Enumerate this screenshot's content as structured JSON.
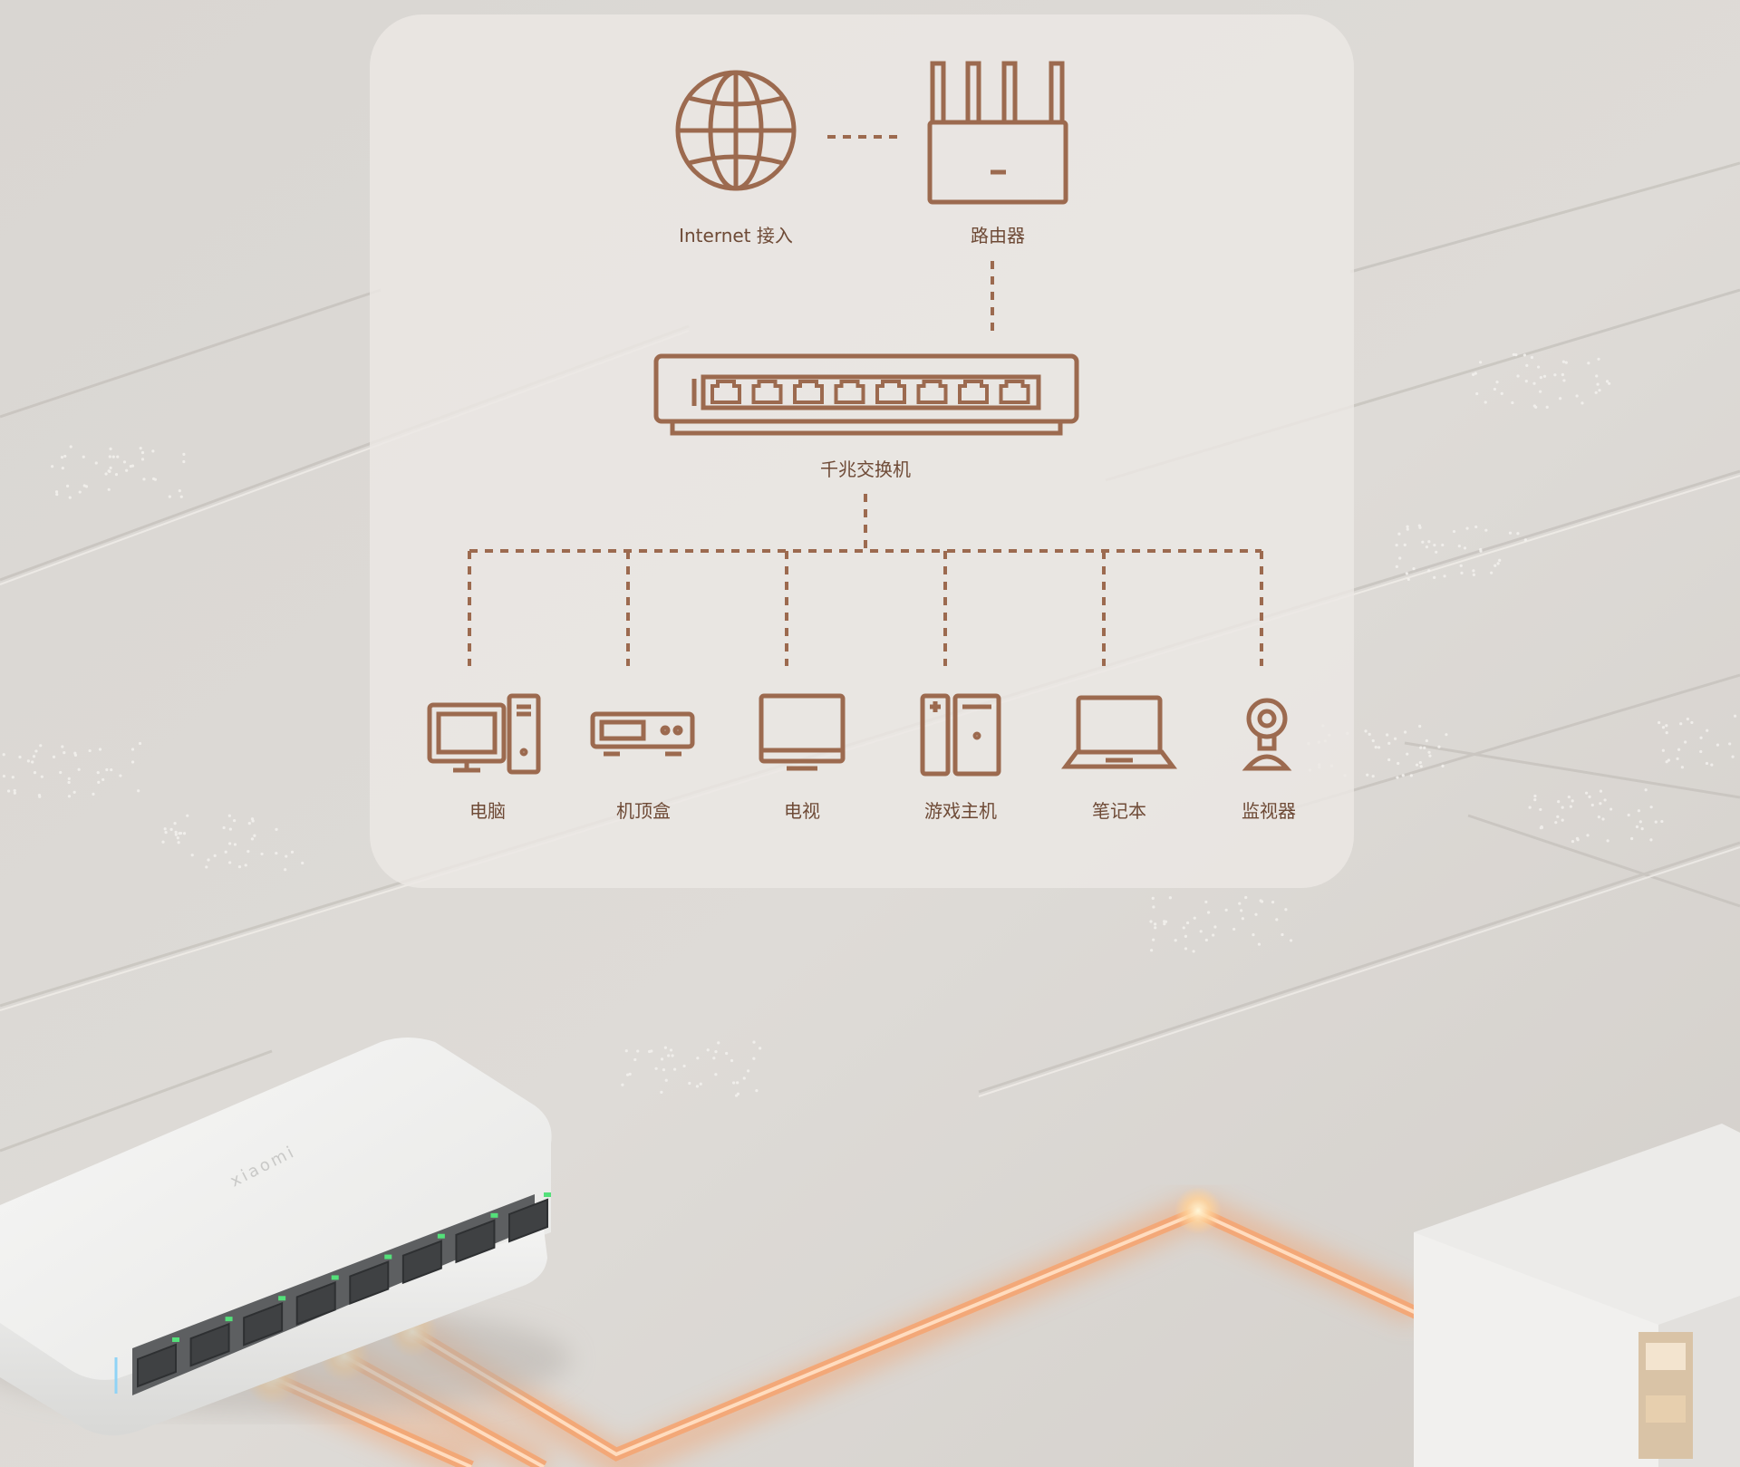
{
  "colors": {
    "background": "#dcd9d5",
    "panel": "#ebe8e4",
    "line": "#9c6a4f",
    "glow": "#f2a36e",
    "led": "#54e07a"
  },
  "diagram": {
    "internet": {
      "label": "Internet 接入",
      "icon": "globe-icon"
    },
    "router": {
      "label": "路由器",
      "icon": "router-icon"
    },
    "switch": {
      "label": "千兆交换机",
      "icon": "switch-icon"
    },
    "devices": [
      {
        "label": "电脑",
        "icon": "desktop-computer-icon"
      },
      {
        "label": "机顶盒",
        "icon": "set-top-box-icon"
      },
      {
        "label": "电视",
        "icon": "tv-icon"
      },
      {
        "label": "游戏主机",
        "icon": "game-console-icon"
      },
      {
        "label": "笔记本",
        "icon": "laptop-icon"
      },
      {
        "label": "监视器",
        "icon": "security-camera-icon"
      }
    ]
  },
  "product": {
    "brand": "xiaomi",
    "port_count": 8
  }
}
